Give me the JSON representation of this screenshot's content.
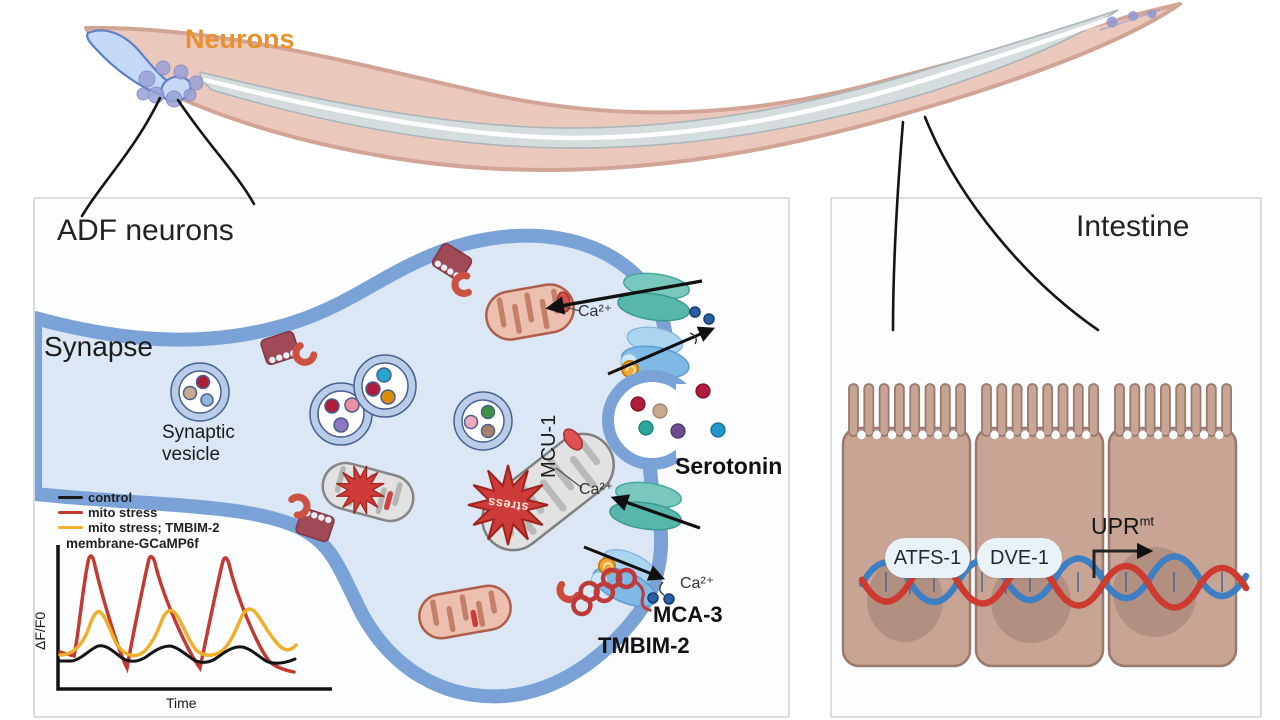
{
  "worm": {
    "neurons_label": "Neurons"
  },
  "adf_panel": {
    "title": "ADF neurons",
    "synapse_label": "Synapse",
    "synaptic_vesicle_label": "Synaptic vesicle",
    "serotonin_label": "Serotonin",
    "mcu1_label": "MCU-1",
    "mca3_label": "MCA-3",
    "tmbim2_label": "TMBIM-2",
    "stress_label": "stress",
    "ca_labels": [
      "Ca²⁺",
      "Ca²⁺",
      "Ca²⁺"
    ],
    "graph": {
      "title": "membrane-GCaMP6f",
      "ylabel": "ΔF/F0",
      "xlabel": "Time",
      "legend": [
        {
          "label": "control",
          "color": "#1a1a1a"
        },
        {
          "label": "mito stress",
          "color": "#c23b33"
        },
        {
          "label": "mito stress; TMBIM-2",
          "color": "#f0af2a"
        }
      ]
    }
  },
  "intestine_panel": {
    "title": "Intestine",
    "atfs1_label": "ATFS-1",
    "dve1_label": "DVE-1",
    "upr_label": "UPR",
    "upr_sup": "mt"
  },
  "colors": {
    "worm_body": "#eac8bb",
    "worm_outline": "#d2a496",
    "worm_gut": "#d4dcde",
    "pharynx_blue": "#c5d8f6",
    "neuron_purple": "#9aa1d6",
    "synapse_membrane": "#7ba2d7",
    "synapse_cytoplasm": "#dbe7f4",
    "mito_healthy": "#ecbfae",
    "mito_stressed": "#e2e2e2",
    "stress_burst": "#ce3b38",
    "teal_channel": "#57b7ac",
    "blue_channel": "#7fb9e6",
    "tmbim_red": "#bf3a3a",
    "intestine_cell": "#c8a495",
    "dna_red": "#cd3a30",
    "dna_blue": "#3c7fc2",
    "neurons_label_orange": "#e8912d"
  },
  "chart_data": {
    "type": "line",
    "title": "membrane-GCaMP6f",
    "xlabel": "Time",
    "ylabel": "ΔF/F0",
    "x_units": "arbitrary (unlabeled axis)",
    "x": [
      0,
      1,
      2,
      3,
      4,
      5,
      6,
      7,
      8,
      9,
      10,
      11
    ],
    "series": [
      {
        "name": "control",
        "color": "#1a1a1a",
        "values": [
          0.02,
          0.02,
          0.12,
          0.08,
          0.03,
          0.1,
          0.14,
          0.05,
          0.02,
          0.12,
          0.08,
          0.04
        ]
      },
      {
        "name": "mito stress",
        "color": "#c23b33",
        "values": [
          0.05,
          0.1,
          1.0,
          0.45,
          -0.05,
          0.98,
          0.5,
          -0.05,
          0.95,
          0.45,
          0.05,
          -0.08
        ]
      },
      {
        "name": "mito stress; TMBIM-2",
        "color": "#f0af2a",
        "values": [
          0.03,
          0.08,
          0.45,
          0.2,
          0.05,
          0.46,
          0.22,
          0.05,
          0.45,
          0.25,
          0.08,
          0.1
        ]
      }
    ],
    "legend_position": "top-left",
    "grid": false,
    "notes": "Three oscillatory calcium traces; mito stress shows tall sharp peaks, mito stress; TMBIM-2 intermediate rounded peaks, control small fluctuations. Axes unlabeled numerically."
  }
}
